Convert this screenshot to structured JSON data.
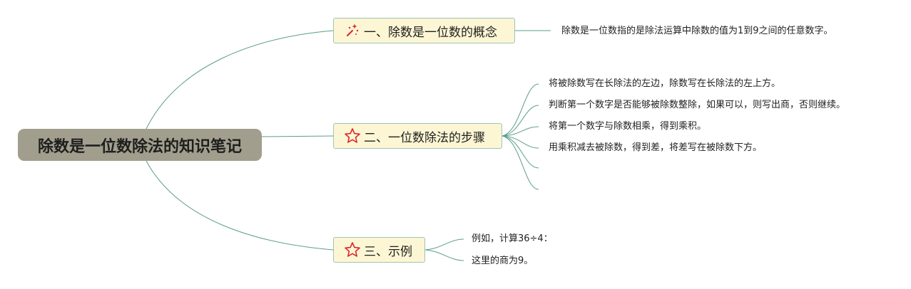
{
  "root": {
    "title": "除数是一位数除法的知识笔记"
  },
  "branches": [
    {
      "label": "一、除数是一位数的概念",
      "icon": "magic-wand-icon",
      "leaves": [
        "除数是一位数指的是除法运算中除数的值为1到9之间的任意数字。"
      ]
    },
    {
      "label": "二、一位数除法的步骤",
      "icon": "star-outline-icon",
      "leaves": [
        "将被除数写在长除法的左边，除数写在长除法的左上方。",
        "判断第一个数字是否能够被除数整除，如果可以，则写出商，否则继续。",
        "将第一个数字与除数相乘，得到乘积。",
        "用乘积减去被除数，得到差，将差写在被除数下方。"
      ]
    },
    {
      "label": "三、示例",
      "icon": "star-outline-icon",
      "leaves": [
        "例如，计算36÷4：",
        "这里的商为9。"
      ]
    }
  ],
  "colors": {
    "root_bg": "#a29e8d",
    "branch_bg": "#fdf6d4",
    "branch_border": "#9fc3b5",
    "connector": "#5a9e89",
    "star": "#d9262b"
  }
}
